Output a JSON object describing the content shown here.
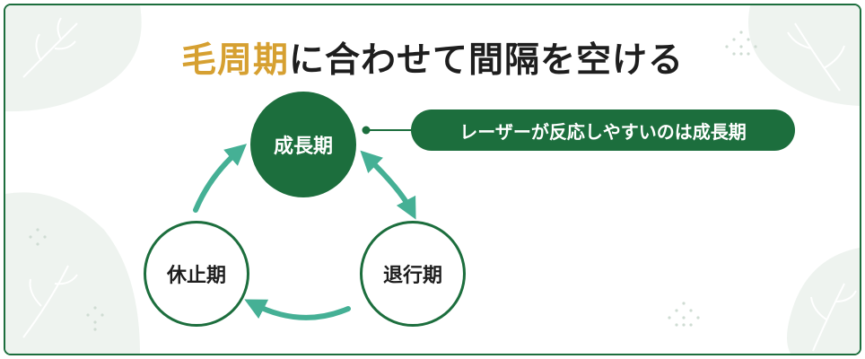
{
  "title": {
    "accent_text": "毛周期",
    "rest_text": "に合わせて間隔を空ける"
  },
  "phases": {
    "growth": "成長期",
    "regression": "退行期",
    "rest": "休止期"
  },
  "callout": {
    "text": "レーザーが反応しやすいのは成長期"
  },
  "colors": {
    "primary_green": "#1c6e3d",
    "arrow_teal": "#45b095",
    "title_accent": "#d6a031",
    "decor_tint": "#eef3ef"
  }
}
